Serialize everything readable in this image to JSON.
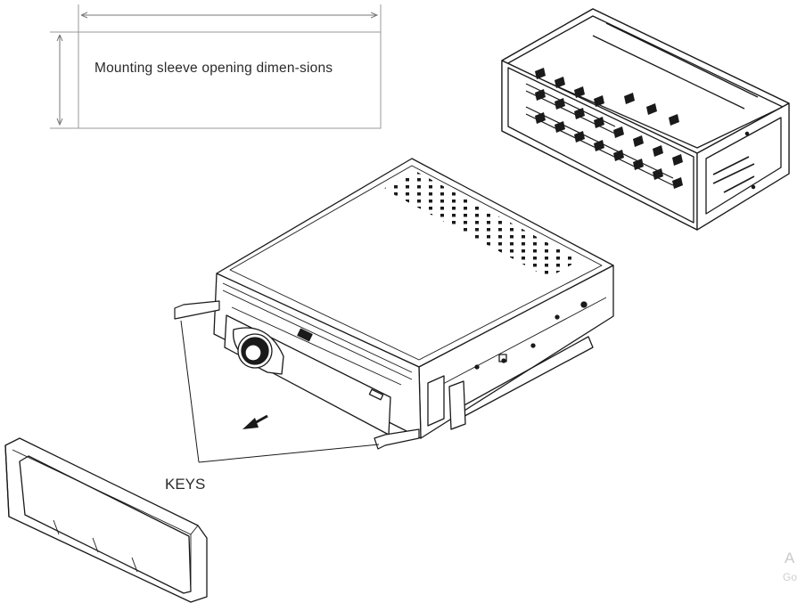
{
  "labels": {
    "sleeve_opening": "Mounting sleeve opening dimen-sions",
    "keys": "KEYS"
  },
  "watermark": {
    "line1": "A",
    "line2": "Go"
  },
  "colors": {
    "line": "#1a1a1a",
    "dimension": "#8a8a8a",
    "watermark": "#c9c9c9"
  },
  "icons": {
    "removal_arrow": "arrow-down-left-icon"
  }
}
